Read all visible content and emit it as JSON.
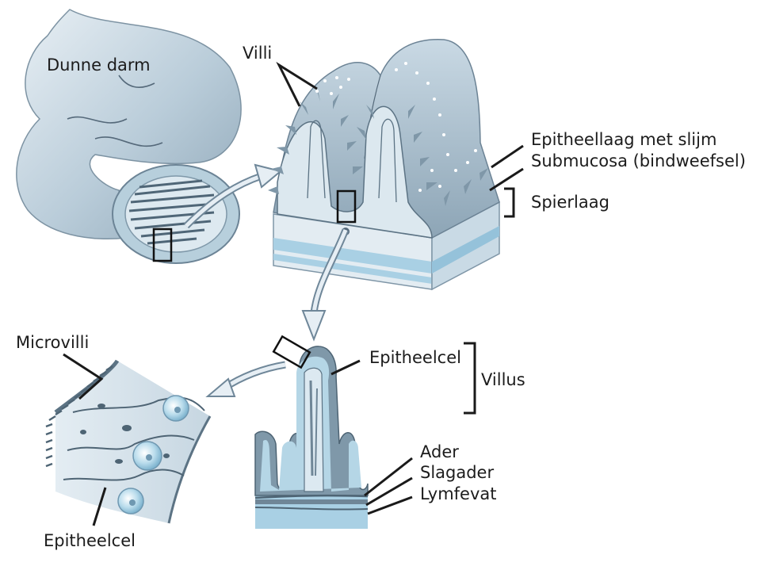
{
  "labels": {
    "dunne_darm": "Dunne darm",
    "villi": "Villi",
    "epitheellaag": "Epitheellaag met slijm",
    "submucosa": "Submucosa (bindweefsel)",
    "spierlaag": "Spierlaag",
    "microvilli": "Microvilli",
    "epitheelcel_villus": "Epitheelcel",
    "villus": "Villus",
    "ader": "Ader",
    "slagader": "Slagader",
    "lymfevat": "Lymfevat",
    "epitheelcel_bottom": "Epitheelcel"
  },
  "colors": {
    "tissue_light": "#d4e1ea",
    "tissue_mid": "#9fb6c6",
    "tissue_dark": "#6f8697",
    "layer_blue": "#a9d0e4",
    "outline": "#4e6474",
    "line": "#1a1a1a"
  }
}
